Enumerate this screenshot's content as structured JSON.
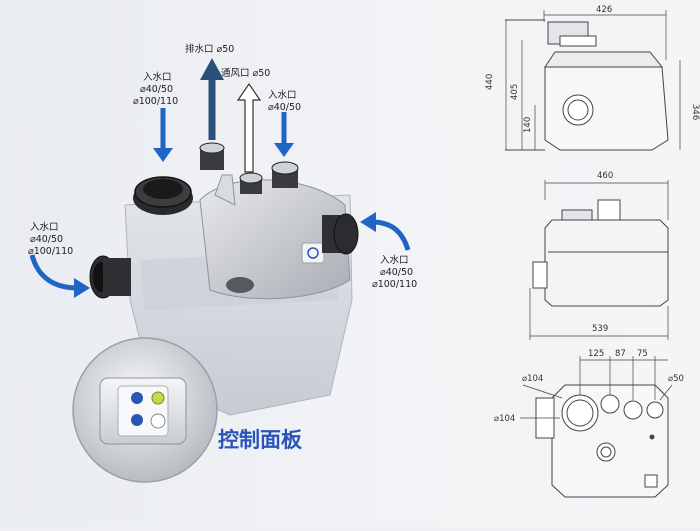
{
  "labels": {
    "outlet": "排水口 ⌀50",
    "vent": "通风口 ⌀50",
    "inlet_top_left": [
      "入水口",
      "⌀40/50",
      "⌀100/110"
    ],
    "inlet_top_right": [
      "入水口",
      "⌀40/50"
    ],
    "inlet_left": [
      "入水口",
      "⌀40/50",
      "⌀100/110"
    ],
    "inlet_right": [
      "入水口",
      "⌀40/50",
      "⌀100/110"
    ],
    "panel_caption": "控制面板"
  },
  "dimensions": {
    "front_width": "426",
    "front_height_total": "440",
    "front_height_body": "405",
    "front_height_right": "346",
    "front_inlet_height": "140",
    "side_width": "460",
    "side_length": "539",
    "top_spacing_1": "125",
    "top_spacing_2": "87",
    "top_spacing_3": "75",
    "top_dia_1": "⌀104",
    "top_dia_2": "⌀50",
    "top_dia_side": "⌀104"
  },
  "colors": {
    "arrow_blue": "#1f66c4",
    "caption_blue": "#2a55b8",
    "outlet_arrow": "#2a4f7a"
  }
}
